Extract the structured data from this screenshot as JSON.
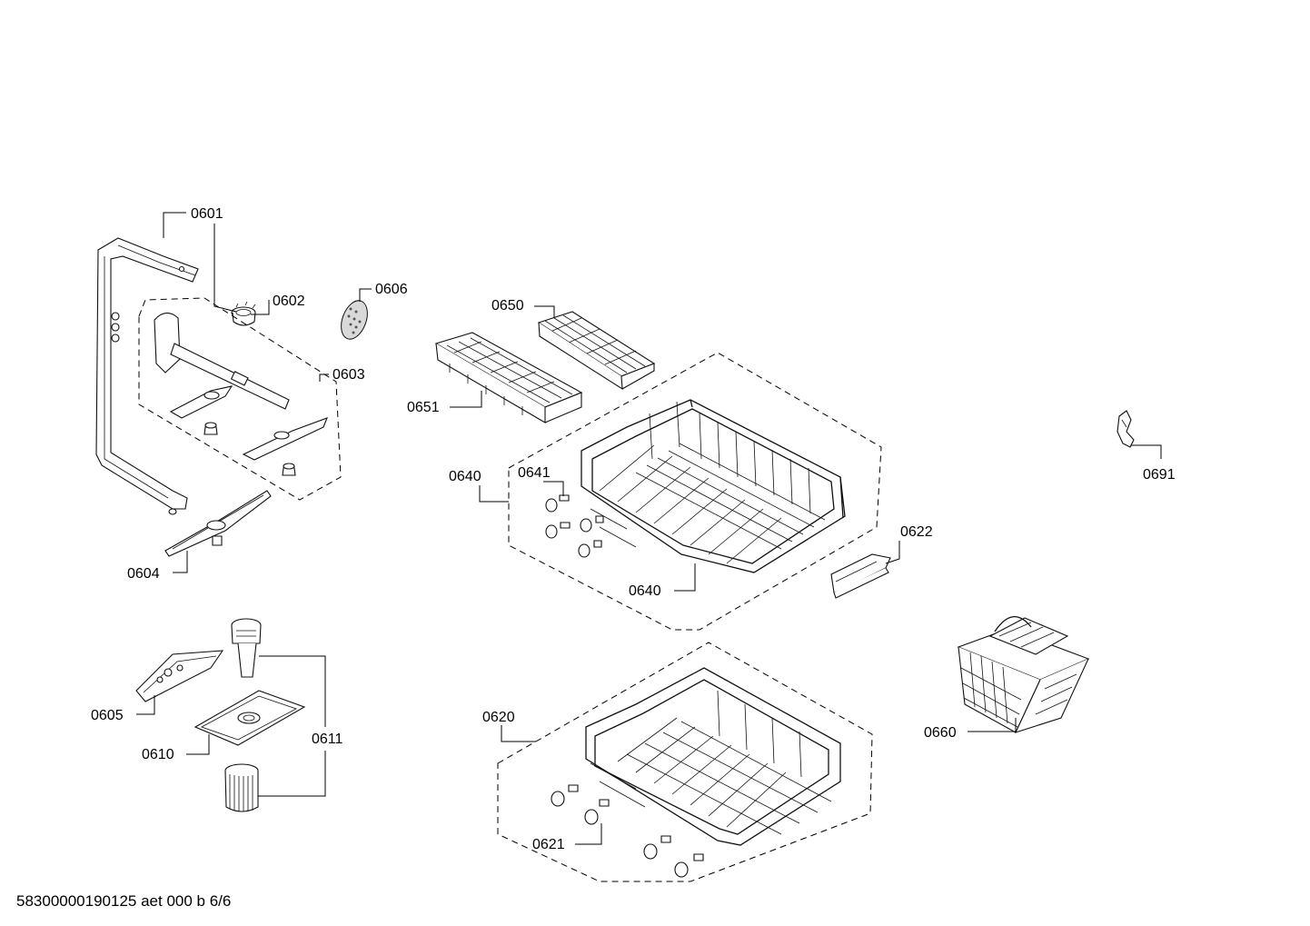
{
  "callouts": {
    "c0601": "0601",
    "c0602": "0602",
    "c0603": "0603",
    "c0604": "0604",
    "c0605": "0605",
    "c0606": "0606",
    "c0610": "0610",
    "c0611": "0611",
    "c0620": "0620",
    "c0621": "0621",
    "c0622": "0622",
    "c0640a": "0640",
    "c0640b": "0640",
    "c0641": "0641",
    "c0650": "0650",
    "c0651": "0651",
    "c0660": "0660",
    "c0691": "0691"
  },
  "footer": "58300000190125 aet 000 b 6/6"
}
